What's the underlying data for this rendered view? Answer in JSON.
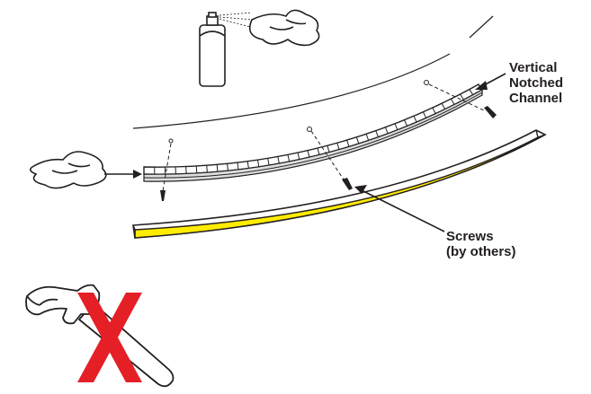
{
  "labels": {
    "channel_line1": "Vertical",
    "channel_line2": "Notched",
    "channel_line3": "Channel",
    "screws_line1": "Screws",
    "screws_line2": "(by others)"
  },
  "icons": {
    "spray": "spray-can-icon",
    "rag": "cloth-rag-icon",
    "hammer": "hammer-icon",
    "prohibit": "red-x-icon"
  },
  "colors": {
    "line": "#231f20",
    "strip_fill": "#ffec00",
    "prohibit_red": "#e41f26",
    "channel_fill": "#ffffff"
  }
}
